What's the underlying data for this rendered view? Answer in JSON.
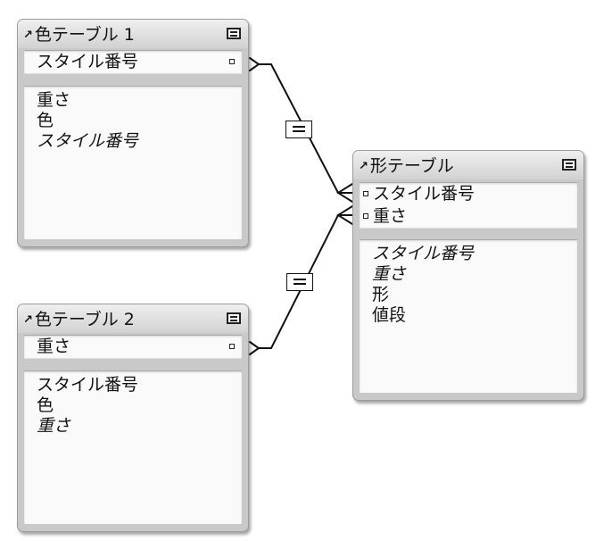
{
  "tables": {
    "color1": {
      "title": "色テーブル 1",
      "keys": [
        "スタイル番号"
      ],
      "fields": [
        {
          "label": "重さ",
          "italic": false
        },
        {
          "label": "色",
          "italic": false
        },
        {
          "label": "スタイル番号",
          "italic": true
        }
      ]
    },
    "color2": {
      "title": "色テーブル 2",
      "keys": [
        "重さ"
      ],
      "fields": [
        {
          "label": "スタイル番号",
          "italic": false
        },
        {
          "label": "色",
          "italic": false
        },
        {
          "label": "重さ",
          "italic": true
        }
      ]
    },
    "shape": {
      "title": "形テーブル",
      "keys": [
        "スタイル番号",
        "重さ"
      ],
      "fields": [
        {
          "label": "スタイル番号",
          "italic": true
        },
        {
          "label": "重さ",
          "italic": true
        },
        {
          "label": "形",
          "italic": false
        },
        {
          "label": "値段",
          "italic": false
        }
      ]
    }
  },
  "relationships": [
    {
      "from": "色テーブル 1",
      "from_field": "スタイル番号",
      "to": "形テーブル",
      "to_field": "スタイル番号",
      "operator": "="
    },
    {
      "from": "色テーブル 2",
      "from_field": "重さ",
      "to": "形テーブル",
      "to_field": "重さ",
      "operator": "="
    }
  ],
  "icons": {
    "table_header": "arrow-icon",
    "collapse": "collapse-icon",
    "key_port": "port-icon",
    "relationship": "equals-icon"
  }
}
